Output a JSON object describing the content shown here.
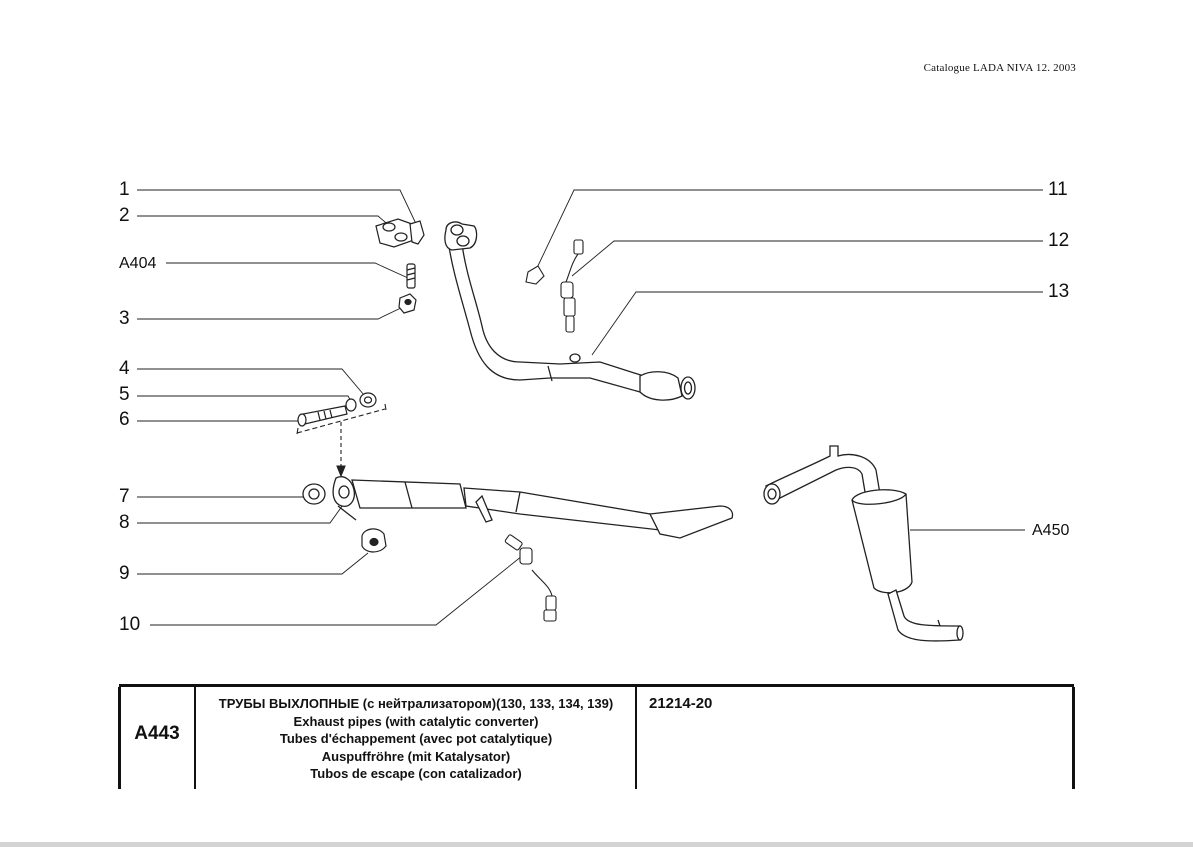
{
  "header": {
    "catalogue": "Catalogue LADA NIVA 12. 2003"
  },
  "callouts": {
    "c1": "1",
    "c2": "2",
    "a404": "A404",
    "c3": "3",
    "c4": "4",
    "c5": "5",
    "c6": "6",
    "c7": "7",
    "c8": "8",
    "c9": "9",
    "c10": "10",
    "c11": "11",
    "c12": "12",
    "c13": "13",
    "a450": "A450"
  },
  "title_block": {
    "code": "A443",
    "titles": [
      "ТРУБЫ ВЫХЛОПНЫЕ  (с нейтрализатором)(130, 133, 134, 139)",
      "Exhaust pipes (with catalytic converter)",
      "Tubes d'échappement (avec pot catalytique)",
      "Auspuffröhre (mit Katalysator)",
      "Tubos de escape (con catalizador)"
    ],
    "model": "21214-20"
  }
}
